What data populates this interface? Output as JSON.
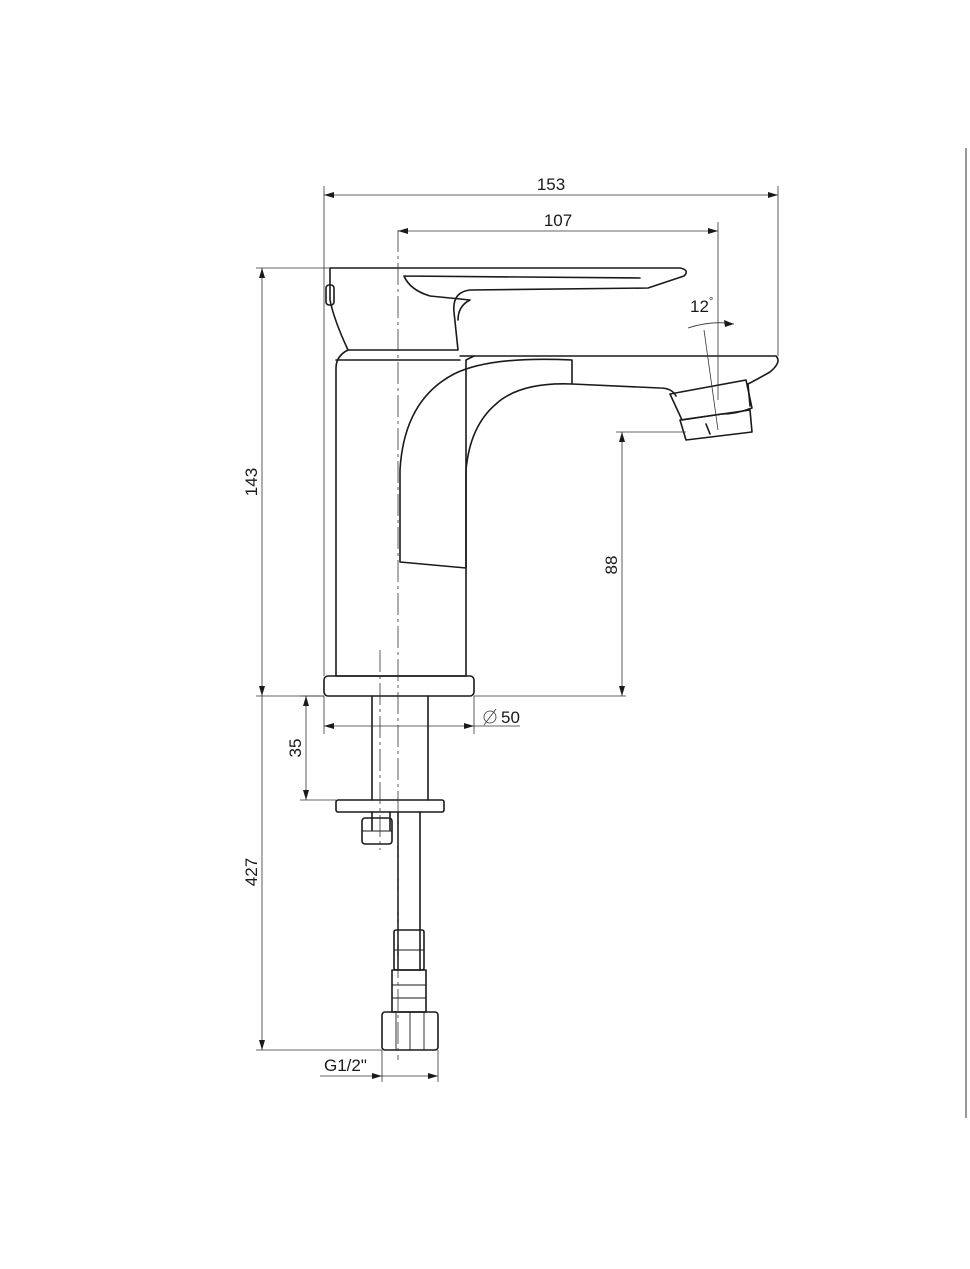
{
  "dimensions": {
    "overall_width": "153",
    "spout_reach": "107",
    "tilt_angle": "12",
    "tilt_angle_unit": "°",
    "overall_height": "143",
    "spout_height": "88",
    "base_diameter": "50",
    "shank_depth": "35",
    "hose_length": "427",
    "thread_size": "G1/2\""
  },
  "colors": {
    "line": "#1a1a1a",
    "background": "#ffffff"
  }
}
